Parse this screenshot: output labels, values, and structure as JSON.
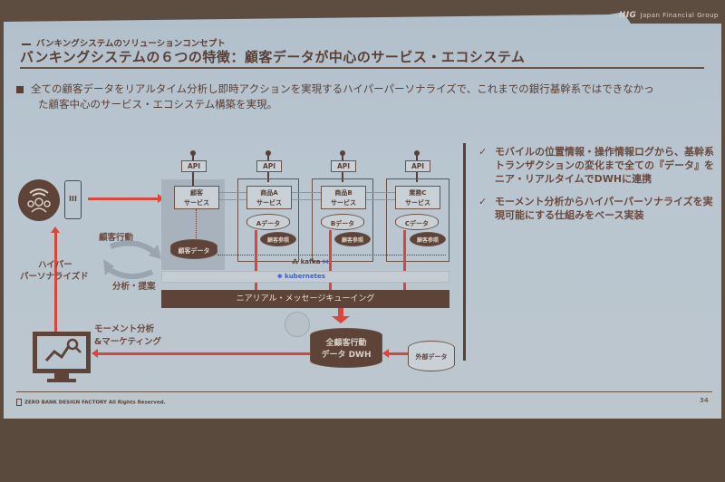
{
  "slide": {
    "brand_logo_top": "Japan Financial Group",
    "section_label": "バンキングシステムのソリューションコンセプト",
    "title": "バンキングシステムの６つの特徴：顧客データが中心のサービス・エコシステム",
    "lead_line1": "全ての顧客データをリアルタイム分析し即時アクションを実現するハイパーパーソナライズで、これまでの銀行基幹系ではできなかっ",
    "lead_line2": "た顧客中心のサービス・エコシステム構築を実現。",
    "notes": [
      {
        "check": "✓",
        "text": "モバイルの位置情報・操作情報ログから、基幹系トランザクションの変化まで全ての『データ』をニア・リアルタイムでDWHに連携"
      },
      {
        "check": "✓",
        "text": "モーメント分析からハイパーパーソナライズを実現可能にする仕組みをベース実装"
      }
    ],
    "footer": "ZERO BANK DESIGN FACTORY  All Rights Reserved.",
    "page_number": "34"
  },
  "diagram": {
    "api_label": "API",
    "services": [
      {
        "line1": "顧客",
        "line2": "サービス"
      },
      {
        "line1": "商品A",
        "line2": "サービス"
      },
      {
        "line1": "商品B",
        "line2": "サービス"
      },
      {
        "line1": "業務C",
        "line2": "サービス"
      }
    ],
    "data_stores": [
      "Aデータ",
      "Bデータ",
      "Cデータ"
    ],
    "ref_store": "顧客参照",
    "customer_data": "顧客データ",
    "kafka_label": "kafka",
    "kubernetes_label": "kubernetes",
    "queue_label": "ニアリアル・メッセージキューイング",
    "dwh_line1": "全顧客行動",
    "dwh_line2": "データ DWH",
    "external_data": "外部データ",
    "label_customer_behavior": "顧客行動",
    "label_analysis": "分析・提案",
    "label_hyper1": "ハイパー",
    "label_hyper2": "パーソナライズド",
    "label_moment1": "モーメント分析",
    "label_moment2": "&マーケティング",
    "phone_icon_glyph": "III"
  },
  "colors": {
    "brown": "#5a4035",
    "red_arrow": "#d9473a",
    "kubernetes_blue": "#3c5fd0",
    "slide_bg": "#b9c6d0"
  }
}
